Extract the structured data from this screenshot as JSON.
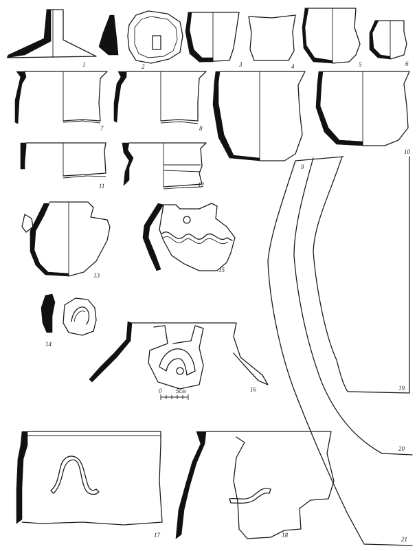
{
  "figure_numbers": [
    "1",
    "2",
    "3",
    "4",
    "5",
    "6",
    "7",
    "8",
    "9",
    "10",
    "11",
    "12",
    "13",
    "14",
    "15",
    "16",
    "17",
    "18",
    "19",
    "20",
    "21"
  ],
  "scale_bar": {
    "zero_label": "0",
    "length_label": "5см"
  }
}
